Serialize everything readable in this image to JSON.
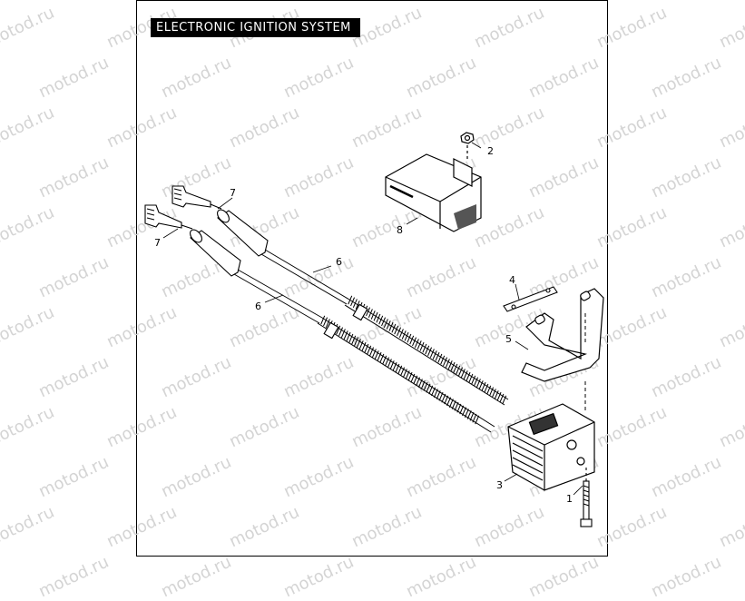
{
  "title": "ELECTRONIC IGNITION SYSTEM",
  "watermark": "motod.ru",
  "callouts": {
    "c1": "1",
    "c2": "2",
    "c3": "3",
    "c4": "4",
    "c5": "5",
    "c6a": "6",
    "c6b": "6",
    "c7a": "7",
    "c7b": "7",
    "c8": "8"
  }
}
